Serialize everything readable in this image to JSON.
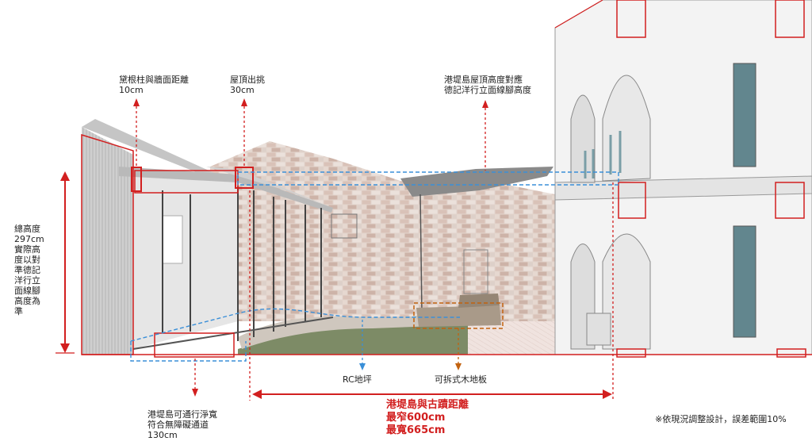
{
  "annotations": {
    "column_gap": {
      "line1": "黛根柱與牆面距離",
      "line2": "10cm"
    },
    "roof_overhang": {
      "line1": "屋頂出挑",
      "line2": "30cm"
    },
    "roof_height": {
      "line1": "港堤島屋頂高度對應",
      "line2": "德記洋行立面線腳高度"
    },
    "total_height": {
      "line1": "總高度",
      "line2": "297cm",
      "line3": "實際高度以對準德記洋行立面線腳高度為準"
    },
    "rc_floor": "RC地坪",
    "wood_floor": "可拆式木地板",
    "passage": {
      "line1": "港堤島可通行淨寬",
      "line2": "符合無障礙通道",
      "line3": "130cm"
    },
    "distance": {
      "title": "港堤島與古蹟距離",
      "min": "最窄600cm",
      "max": "最寬665cm"
    },
    "note": "※依現況調整設計，誤差範圍10%"
  },
  "colors": {
    "accent_red": "#d21f1f",
    "accent_blue": "#3a8fd8",
    "accent_orange": "#c2620f",
    "brick": "#d9c8bf",
    "grass": "#7b8a63",
    "steel": "#9a9a9a",
    "building": "#f4f4f4"
  }
}
